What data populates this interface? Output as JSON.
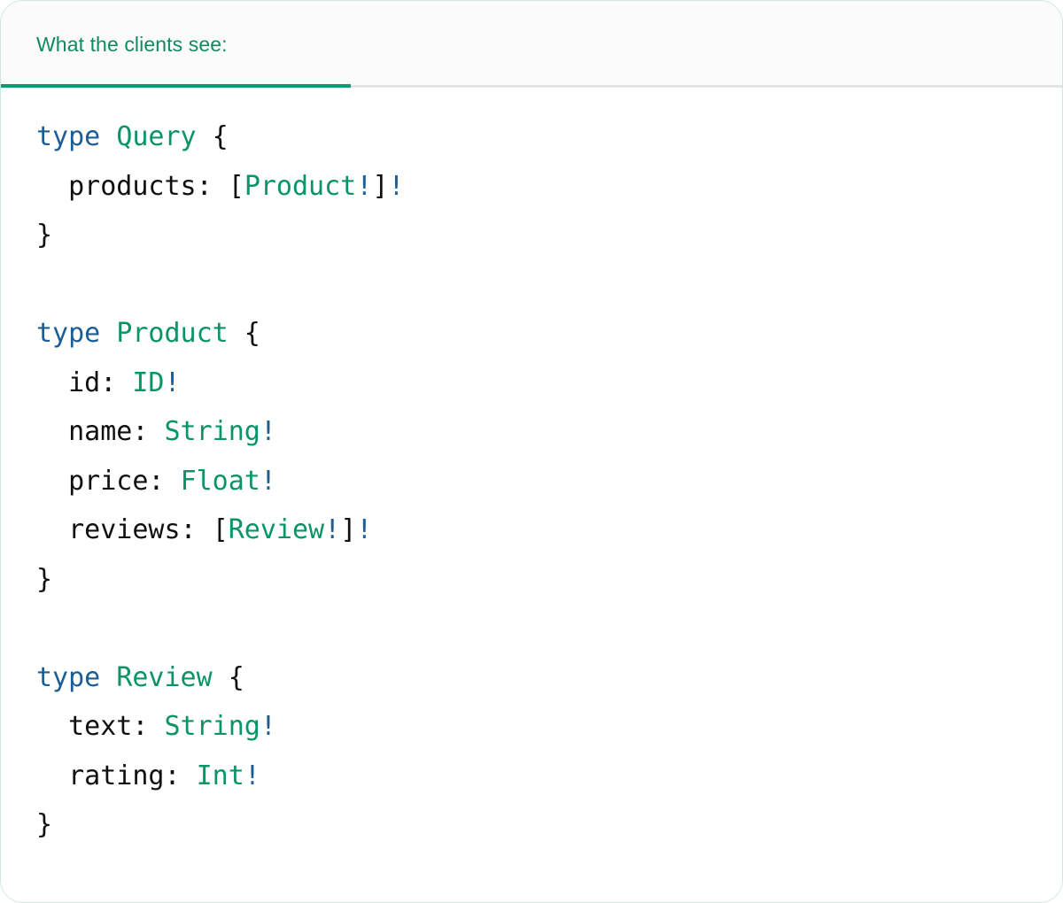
{
  "panel": {
    "border_color": "#cfe8dc",
    "background": "#ffffff"
  },
  "header": {
    "tab_label": "What the clients see:",
    "tab_active": true,
    "accent_color": "#109a74",
    "text_color": "#0f8a63",
    "background": "#fbfbfb",
    "separator_color": "#e4e4e4"
  },
  "code": {
    "language": "graphql",
    "colors": {
      "keyword": "#1b5d95",
      "type_name": "#0a9468",
      "field": "#101010",
      "punctuation": "#101010",
      "non_null": "#1b5d95"
    },
    "raw_text": "type Query {\n  products: [Product!]!\n}\n\ntype Product {\n  id: ID!\n  name: String!\n  price: Float!\n  reviews: [Review!]!\n}\n\ntype Review {\n  text: String!\n  rating: Int!\n}",
    "lines": [
      {
        "tokens": [
          {
            "t": "type",
            "c": "kw"
          },
          {
            "t": " ",
            "c": "punc"
          },
          {
            "t": "Query",
            "c": "type"
          },
          {
            "t": " {",
            "c": "punc"
          }
        ]
      },
      {
        "tokens": [
          {
            "t": "  products:",
            "c": "field"
          },
          {
            "t": " ",
            "c": "punc"
          },
          {
            "t": "[",
            "c": "punc"
          },
          {
            "t": "Product",
            "c": "type"
          },
          {
            "t": "!",
            "c": "bang"
          },
          {
            "t": "]",
            "c": "punc"
          },
          {
            "t": "!",
            "c": "bang"
          }
        ]
      },
      {
        "tokens": [
          {
            "t": "}",
            "c": "punc"
          }
        ]
      },
      {
        "tokens": []
      },
      {
        "tokens": [
          {
            "t": "type",
            "c": "kw"
          },
          {
            "t": " ",
            "c": "punc"
          },
          {
            "t": "Product",
            "c": "type"
          },
          {
            "t": " {",
            "c": "punc"
          }
        ]
      },
      {
        "tokens": [
          {
            "t": "  id:",
            "c": "field"
          },
          {
            "t": " ",
            "c": "punc"
          },
          {
            "t": "ID",
            "c": "type"
          },
          {
            "t": "!",
            "c": "bang"
          }
        ]
      },
      {
        "tokens": [
          {
            "t": "  name:",
            "c": "field"
          },
          {
            "t": " ",
            "c": "punc"
          },
          {
            "t": "String",
            "c": "type"
          },
          {
            "t": "!",
            "c": "bang"
          }
        ]
      },
      {
        "tokens": [
          {
            "t": "  price:",
            "c": "field"
          },
          {
            "t": " ",
            "c": "punc"
          },
          {
            "t": "Float",
            "c": "type"
          },
          {
            "t": "!",
            "c": "bang"
          }
        ]
      },
      {
        "tokens": [
          {
            "t": "  reviews:",
            "c": "field"
          },
          {
            "t": " ",
            "c": "punc"
          },
          {
            "t": "[",
            "c": "punc"
          },
          {
            "t": "Review",
            "c": "type"
          },
          {
            "t": "!",
            "c": "bang"
          },
          {
            "t": "]",
            "c": "punc"
          },
          {
            "t": "!",
            "c": "bang"
          }
        ]
      },
      {
        "tokens": [
          {
            "t": "}",
            "c": "punc"
          }
        ]
      },
      {
        "tokens": []
      },
      {
        "tokens": [
          {
            "t": "type",
            "c": "kw"
          },
          {
            "t": " ",
            "c": "punc"
          },
          {
            "t": "Review",
            "c": "type"
          },
          {
            "t": " {",
            "c": "punc"
          }
        ]
      },
      {
        "tokens": [
          {
            "t": "  text:",
            "c": "field"
          },
          {
            "t": " ",
            "c": "punc"
          },
          {
            "t": "String",
            "c": "type"
          },
          {
            "t": "!",
            "c": "bang"
          }
        ]
      },
      {
        "tokens": [
          {
            "t": "  rating:",
            "c": "field"
          },
          {
            "t": " ",
            "c": "punc"
          },
          {
            "t": "Int",
            "c": "type"
          },
          {
            "t": "!",
            "c": "bang"
          }
        ]
      },
      {
        "tokens": [
          {
            "t": "}",
            "c": "punc"
          }
        ]
      }
    ]
  }
}
